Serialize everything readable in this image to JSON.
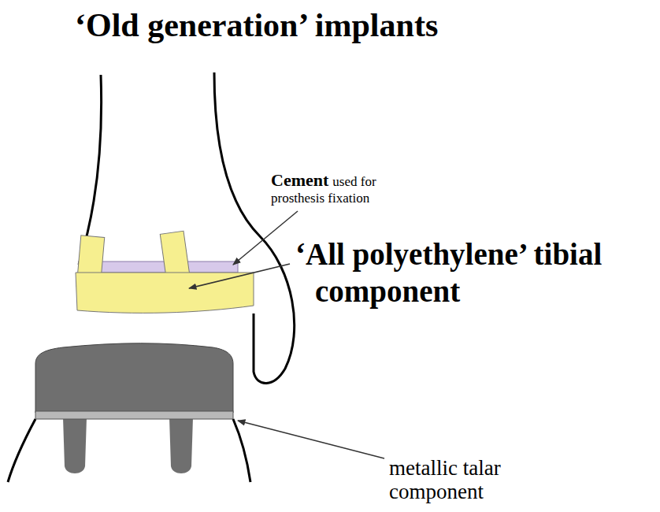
{
  "diagram": {
    "title": "‘Old generation’ implants",
    "labels": [
      "Cement",
      "used for prosthesis fixation",
      "‘All polyethylene’ tibial component",
      "metallic talar component"
    ]
  }
}
